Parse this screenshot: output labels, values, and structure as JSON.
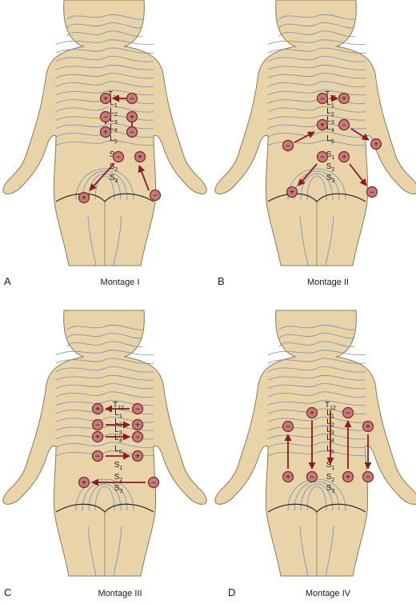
{
  "colors": {
    "skin": "#e8d4a8",
    "skin_outline": "#8a7a5a",
    "contour": "#6f8fb4",
    "electrode_fill": "#c57b78",
    "electrode_stroke": "#7a2326",
    "arrow": "#8b1a1f",
    "text": "#1a1a1a"
  },
  "panels": [
    {
      "letter": "A",
      "title": "Montage I",
      "vertebra_labels": [
        "T12",
        "L1",
        "L2",
        "L3",
        "L4",
        "L5",
        "S1",
        "S2",
        "S3"
      ],
      "electrodes": [
        {
          "polarity": "+"
        },
        {
          "polarity": "−"
        },
        {
          "polarity": "−"
        },
        {
          "polarity": "+"
        },
        {
          "polarity": "+"
        },
        {
          "polarity": "−"
        },
        {
          "polarity": "−"
        },
        {
          "polarity": "+"
        },
        {
          "polarity": "+"
        },
        {
          "polarity": "−"
        }
      ]
    },
    {
      "letter": "B",
      "title": "Montage II",
      "vertebra_labels": [
        "T12",
        "L1",
        "L2",
        "L3",
        "L4",
        "L5",
        "S1",
        "S2",
        "S3"
      ],
      "electrodes": [
        {
          "polarity": "−"
        },
        {
          "polarity": "+"
        },
        {
          "polarity": "+"
        },
        {
          "polarity": "−"
        },
        {
          "polarity": "−"
        },
        {
          "polarity": "+"
        },
        {
          "polarity": "−"
        },
        {
          "polarity": "+"
        },
        {
          "polarity": "+"
        },
        {
          "polarity": "−"
        }
      ]
    },
    {
      "letter": "C",
      "title": "Montage III",
      "vertebra_labels": [
        "T12",
        "L1",
        "L2",
        "L3",
        "L4",
        "L5",
        "S1",
        "S2",
        "S3"
      ],
      "electrodes": [
        {
          "polarity": "+"
        },
        {
          "polarity": "−"
        },
        {
          "polarity": "−"
        },
        {
          "polarity": "+"
        },
        {
          "polarity": "+"
        },
        {
          "polarity": "−"
        },
        {
          "polarity": "−"
        },
        {
          "polarity": "+"
        },
        {
          "polarity": "+"
        },
        {
          "polarity": "−"
        }
      ]
    },
    {
      "letter": "D",
      "title": "Montage IV",
      "vertebra_labels": [
        "T12",
        "L1",
        "L2",
        "L3",
        "L4",
        "L5",
        "S1",
        "S2",
        "S3"
      ],
      "electrodes": [
        {
          "polarity": "−"
        },
        {
          "polarity": "+"
        },
        {
          "polarity": "−"
        },
        {
          "polarity": "+"
        },
        {
          "polarity": "+"
        },
        {
          "polarity": "−"
        },
        {
          "polarity": "+"
        },
        {
          "polarity": "−"
        }
      ]
    }
  ]
}
